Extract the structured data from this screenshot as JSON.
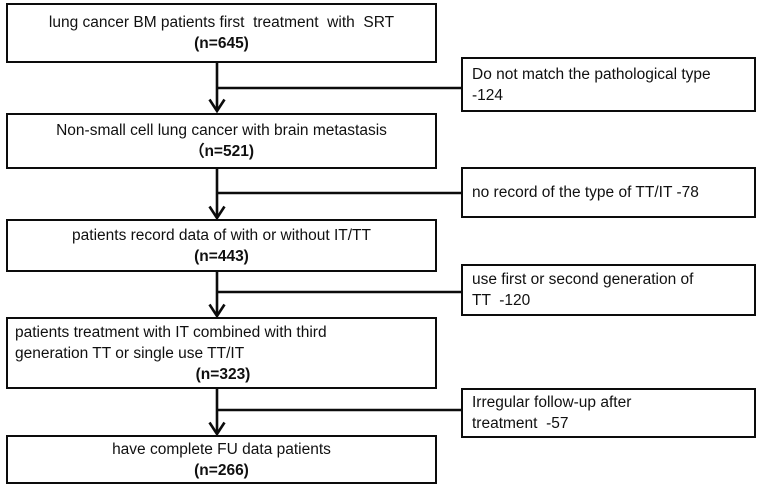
{
  "figure": {
    "type": "patient-selection-flowchart",
    "colors": {
      "line": "#0c0c0c",
      "background": "#ffffff",
      "text": "#101010"
    },
    "main1": {
      "line1": "lung cancer BM patients first  treatment  with  SRT",
      "line2": "(n=645)"
    },
    "side1": {
      "line1": "Do not match the pathological type",
      "line2": "-124"
    },
    "main2": {
      "line1": "Non-small cell lung cancer with brain metastasis",
      "line2": "（n=521)"
    },
    "side2": {
      "line1": "no record of the type of TT/IT -78"
    },
    "main3": {
      "line1": "patients record data of with or without IT/TT",
      "line2": "(n=443)"
    },
    "side3": {
      "line1": "use first or second generation of",
      "line2": "TT  -120"
    },
    "main4": {
      "line1": "patients treatment with IT combined with third",
      "line2": "generation TT or single use TT/IT",
      "line3": "(n=323)"
    },
    "side4": {
      "line1": "Irregular follow-up after",
      "line2": "treatment  -57"
    },
    "main5": {
      "line1": "have complete FU data patients",
      "line2": "(n=266)"
    }
  }
}
